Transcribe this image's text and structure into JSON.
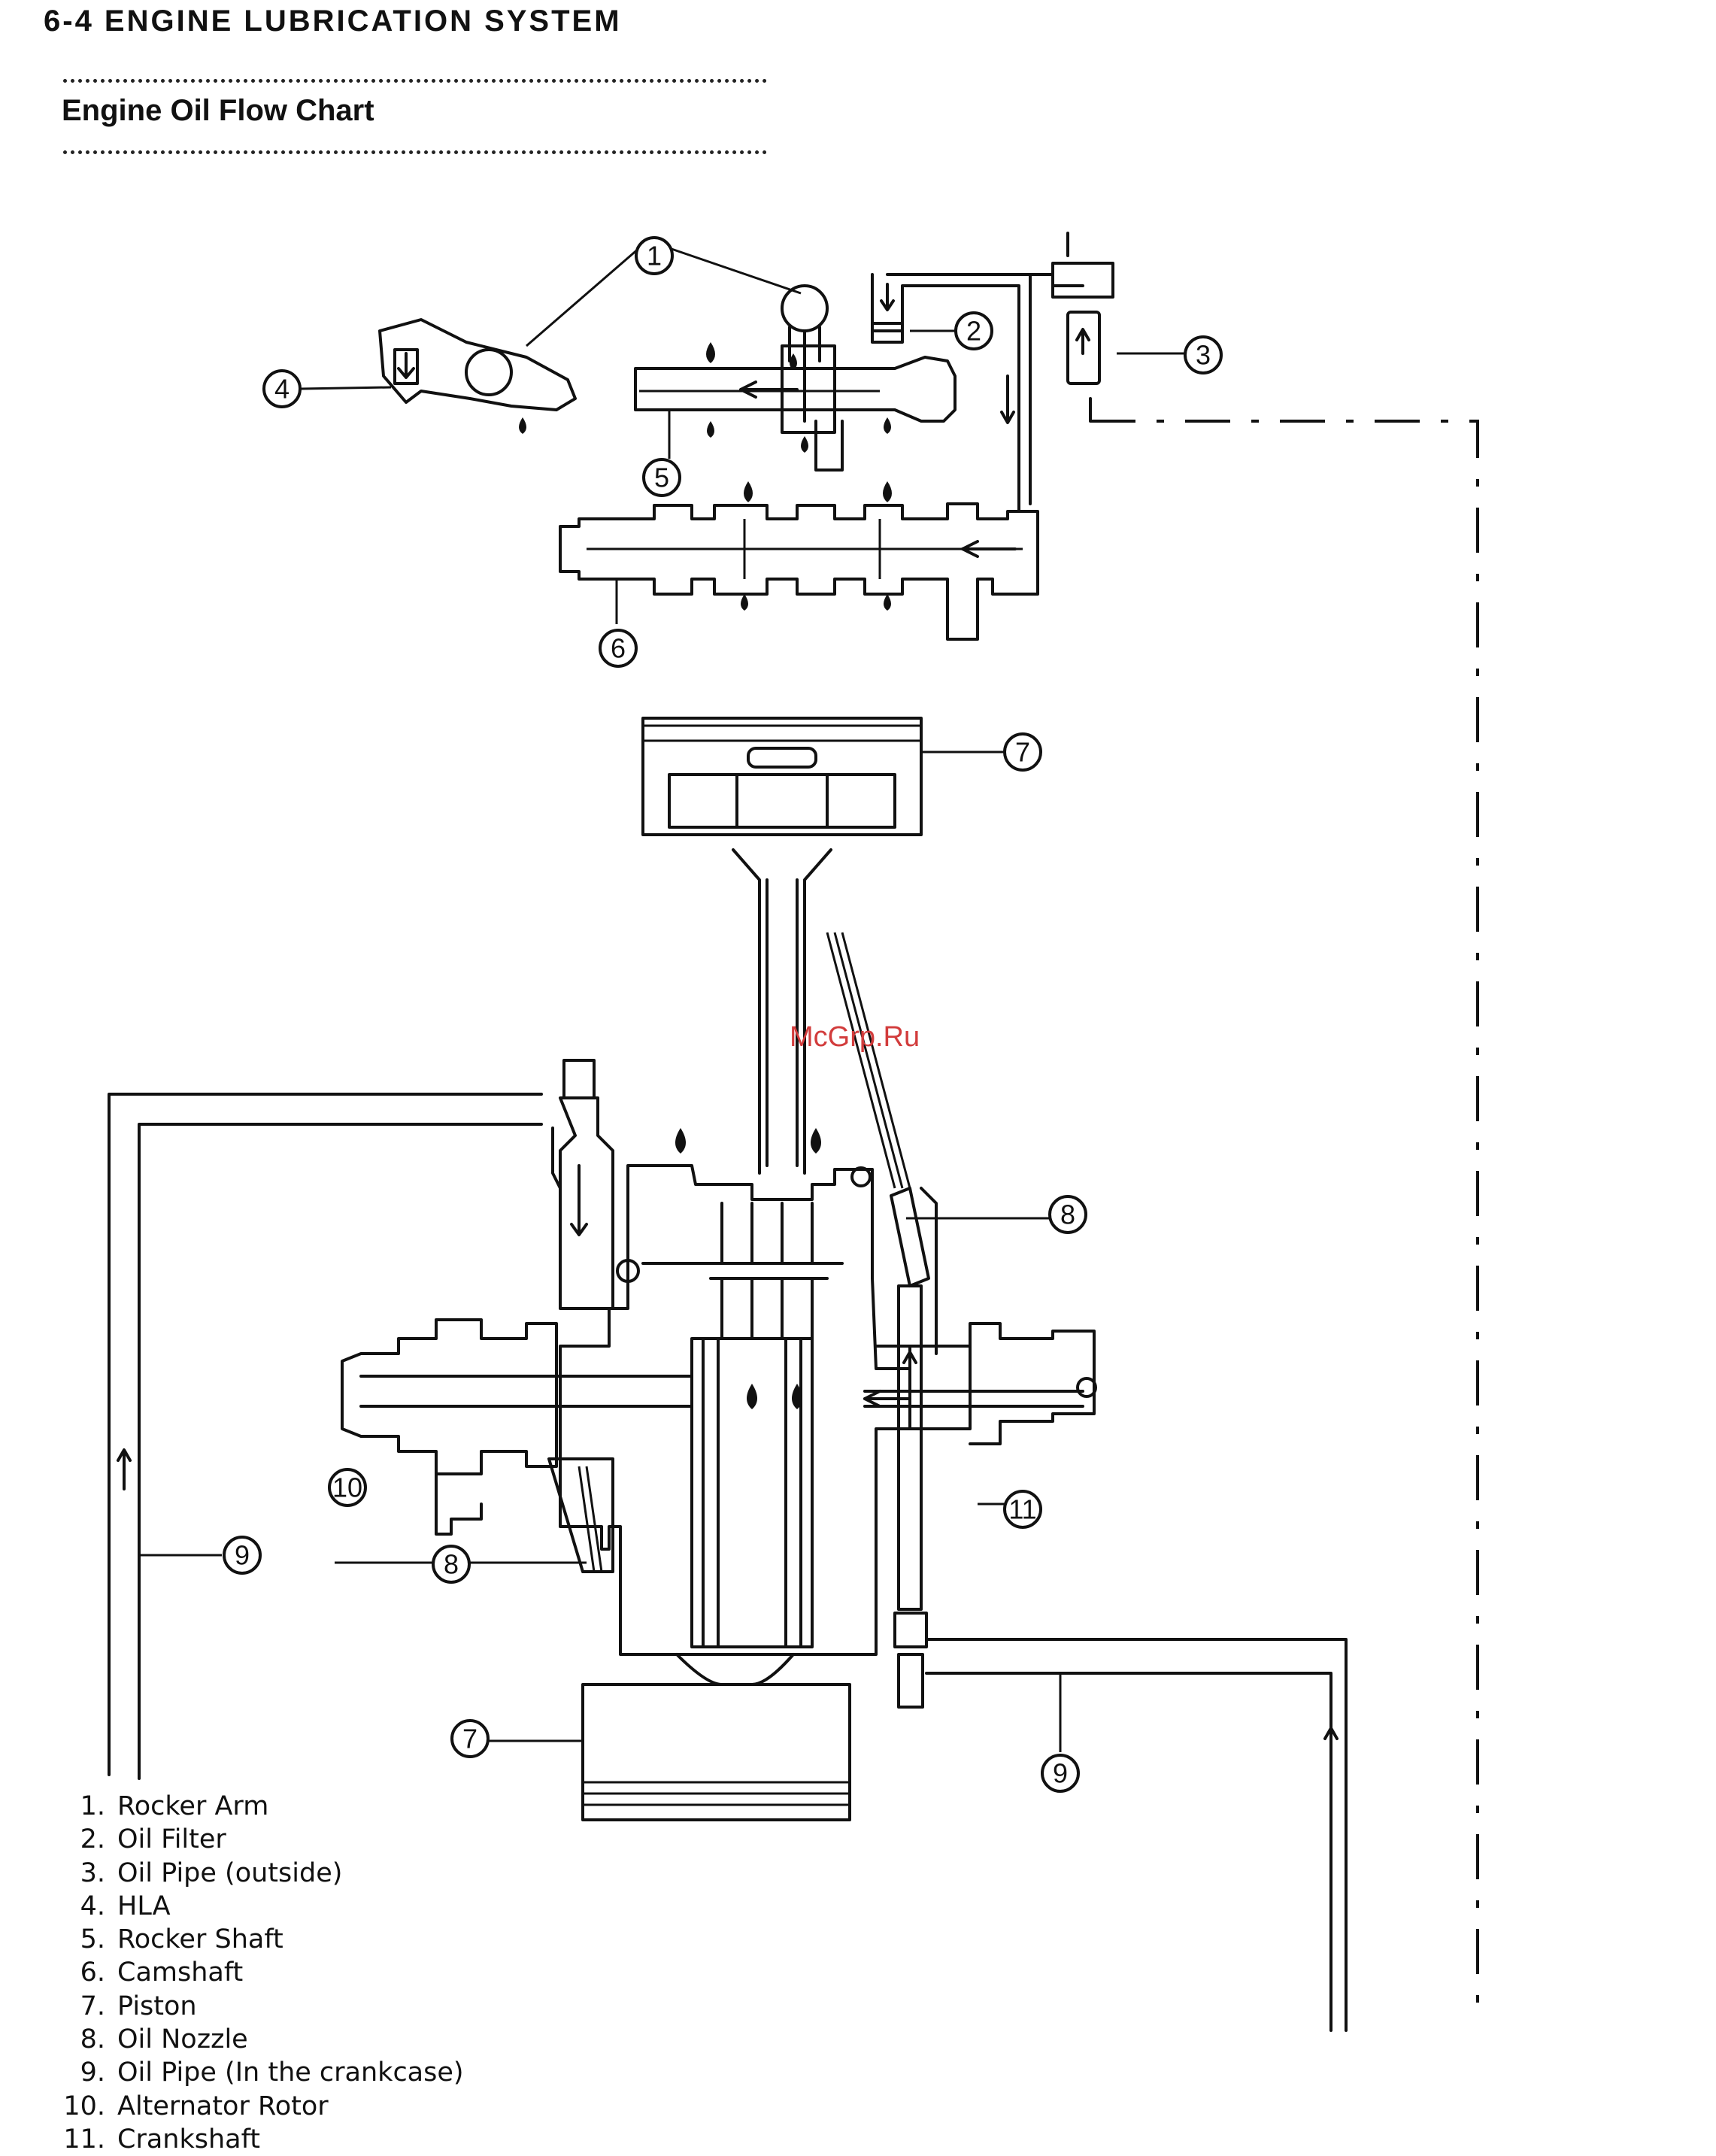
{
  "header": "6-4 ENGINE LUBRICATION SYSTEM",
  "title": "Engine Oil Flow Chart",
  "watermark": "McGrp.Ru",
  "callouts": [
    "1",
    "2",
    "3",
    "4",
    "5",
    "6",
    "7",
    "8",
    "9",
    "10",
    "11"
  ],
  "legend": [
    {
      "num": "1.",
      "label": "Rocker Arm"
    },
    {
      "num": "2.",
      "label": "Oil Filter"
    },
    {
      "num": "3.",
      "label": "Oil Pipe (outside)"
    },
    {
      "num": "4.",
      "label": "HLA"
    },
    {
      "num": "5.",
      "label": "Rocker Shaft"
    },
    {
      "num": "6.",
      "label": "Camshaft"
    },
    {
      "num": "7.",
      "label": "Piston"
    },
    {
      "num": "8.",
      "label": "Oil Nozzle"
    },
    {
      "num": "9.",
      "label": "Oil Pipe (In the crankcase)"
    },
    {
      "num": "10.",
      "label": "Alternator Rotor"
    },
    {
      "num": "11.",
      "label": "Crankshaft"
    }
  ]
}
